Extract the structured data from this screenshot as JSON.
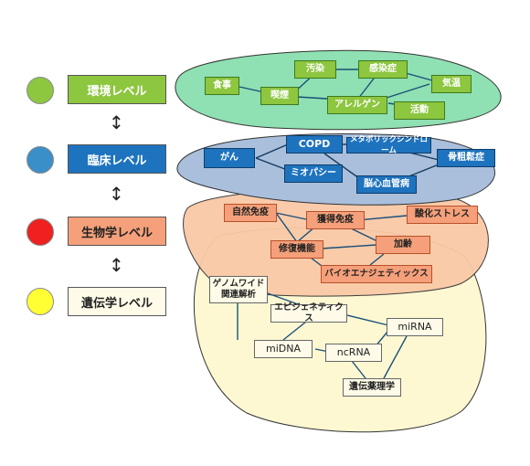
{
  "colors": {
    "environment": "#8dc63f",
    "clinical": "#1e73be",
    "biology": "#f5a07a",
    "genetic": "#fffbe8",
    "circle_environment": "#8dc63f",
    "circle_clinical": "#3a8fc9",
    "circle_biology": "#ee2020",
    "circle_genetic": "#ffff33"
  },
  "levels": {
    "environment": "環境レベル",
    "clinical": "臨床レベル",
    "biology": "生物学レベル",
    "genetic": "遺伝学レベル"
  },
  "arrow_glyph": "↕",
  "environment_nodes": {
    "food": "食事",
    "pollution": "汚染",
    "infection": "感染症",
    "smoking": "喫煙",
    "temperature": "気温",
    "allergen": "アレルゲン",
    "activity": "活動"
  },
  "clinical_nodes": {
    "cancer": "がん",
    "copd": "COPD",
    "metabolic": "メタボリックシンドローム",
    "osteoporosis": "骨粗鬆症",
    "myopathy": "ミオパシー",
    "cerebro": "脳心血管病"
  },
  "biology_nodes": {
    "innate": "自然免疫",
    "acquired": "獲得免疫",
    "oxidative": "酸化ストレス",
    "repair": "修復機能",
    "aging": "加齢",
    "bioenergetics": "バイオエナジェティックス"
  },
  "genetic_nodes": {
    "gwas_line1": "ゲノムワイド",
    "gwas_line2": "関連解析",
    "epigenetics": "エピジェネティクス",
    "mirna": "miRNA",
    "midna": "miDNA",
    "ncrna": "ncRNA",
    "pharmacogenetics": "遺伝薬理学"
  }
}
